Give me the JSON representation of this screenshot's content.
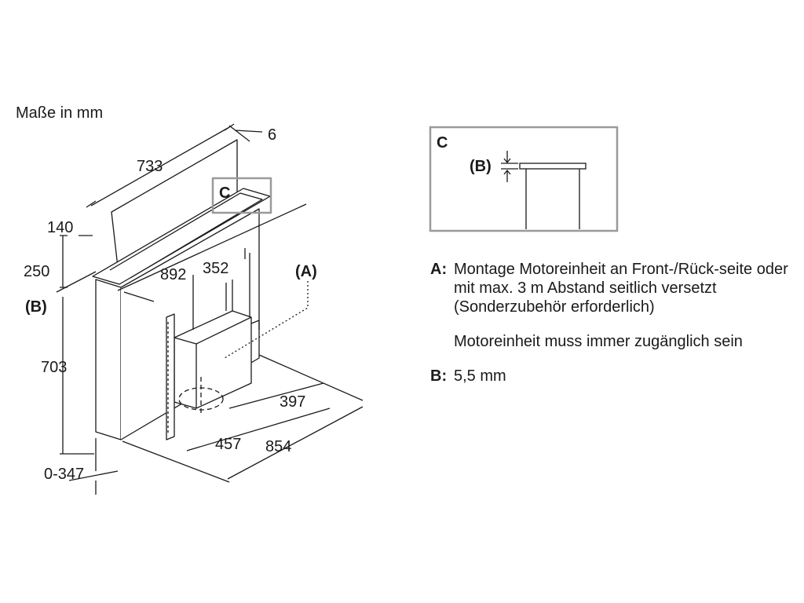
{
  "caption": "Maße in mm",
  "dimensions": {
    "depth_panel": "733",
    "panel_thickness": "6",
    "top_offset": "140",
    "panel_height": "250",
    "gap": "(B)",
    "width": "892",
    "depth_inner": "352",
    "body_height": "703",
    "motor_depth": "397",
    "motor_width": "457",
    "overall_width": "854",
    "adjust_range": "0-347"
  },
  "markers": {
    "detail": "C",
    "motor": "(A)"
  },
  "detail_box": {
    "title": "C",
    "gap_label": "(B)"
  },
  "legend": [
    {
      "key": "A:",
      "text": "Montage Motoreinheit an Front-/Rück-seite oder mit max. 3 m Abstand seitlich versetzt (Sonderzubehör erforderlich)"
    },
    {
      "key": "",
      "text": "Motoreinheit muss immer zugänglich sein"
    },
    {
      "key": "B:",
      "text": "5,5 mm"
    }
  ]
}
